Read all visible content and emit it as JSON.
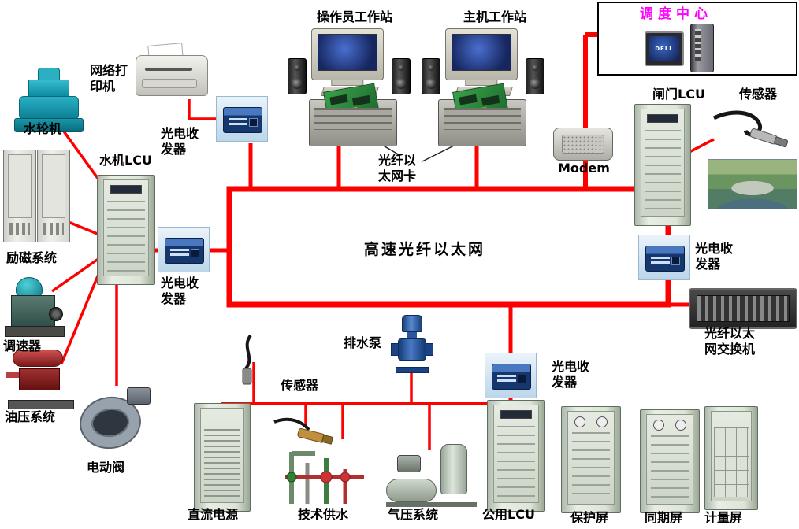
{
  "center_label": "高速光纤以太网",
  "colors": {
    "network_line": "#ff0000",
    "dispatch_title": "#ff00ff",
    "label_text": "#000000"
  },
  "nodes": {
    "dispatch_center": {
      "label": "调度中心",
      "pc_brand": "DELL"
    },
    "operator_workstation": {
      "label": "操作员工作站"
    },
    "host_workstation": {
      "label": "主机工作站"
    },
    "network_printer": {
      "label": "网络打印机"
    },
    "fiber_nic": {
      "label": "光纤以太网卡"
    },
    "modem": {
      "label": "Modem"
    },
    "gate_lcu": {
      "label": "闸门LCU"
    },
    "sensor_top": {
      "label": "传感器"
    },
    "transceiver_top_left": {
      "label": "光电收发器"
    },
    "transceiver_left": {
      "label": "光电收发器"
    },
    "transceiver_right": {
      "label": "光电收发器"
    },
    "transceiver_bottom": {
      "label": "光电收发器"
    },
    "fiber_switch": {
      "label": "光纤以太网交换机"
    },
    "turbine": {
      "label": "水轮机"
    },
    "hydro_lcu": {
      "label": "水机LCU"
    },
    "excitation_system": {
      "label": "励磁系统"
    },
    "governor": {
      "label": "调速器"
    },
    "oil_pressure_system": {
      "label": "油压系统"
    },
    "electric_valve": {
      "label": "电动阀"
    },
    "drain_pump": {
      "label": "排水泵"
    },
    "sensor_bottom": {
      "label": "传感器"
    },
    "dc_power": {
      "label": "直流电源"
    },
    "tech_water_supply": {
      "label": "技术供水"
    },
    "air_pressure_system": {
      "label": "气压系统"
    },
    "common_lcu": {
      "label": "公用LCU"
    },
    "protection_panel": {
      "label": "保护屏"
    },
    "sync_panel": {
      "label": "同期屏"
    },
    "metering_panel": {
      "label": "计量屏"
    }
  },
  "connections": [
    "网络打印机-光电收发器-以太网",
    "操作员工作站-光纤以太网卡-以太网",
    "主机工作站-光纤以太网卡-以太网",
    "调度中心-Modem-以太网",
    "水机LCU-光电收发器-以太网",
    "水轮机-水机LCU",
    "励磁系统-水机LCU",
    "调速器-水机LCU",
    "油压系统-水机LCU",
    "电动阀-水机LCU",
    "闸门LCU-光电收发器-以太网",
    "闸门LCU-传感器",
    "光纤以太网交换机-以太网",
    "光电收发器-公用LCU总线",
    "总线-直流电源/传感器/排水泵/技术供水/气压系统/公用LCU"
  ]
}
